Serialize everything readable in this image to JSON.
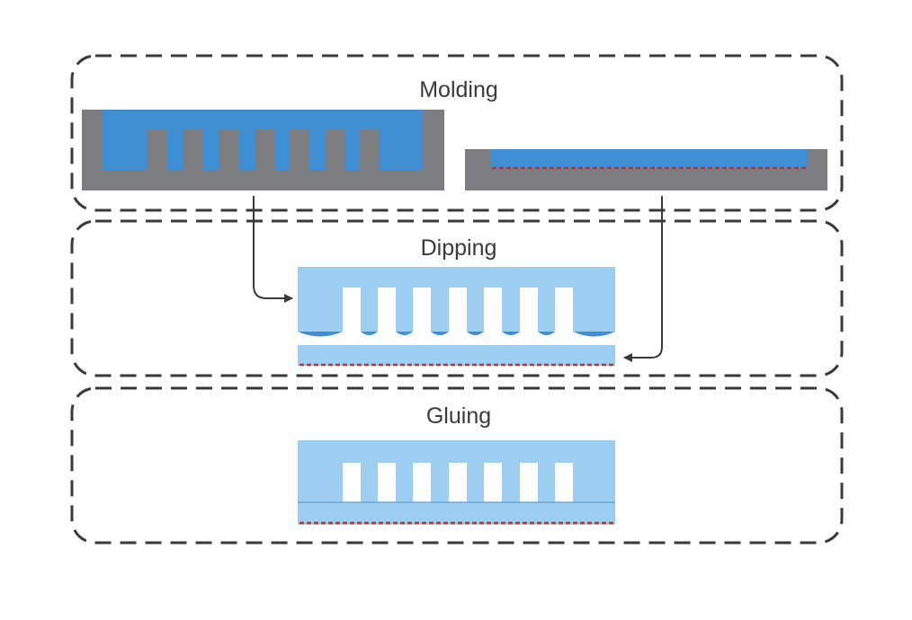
{
  "stages": [
    {
      "id": "molding",
      "label": "Molding"
    },
    {
      "id": "dipping",
      "label": "Dipping"
    },
    {
      "id": "gluing",
      "label": "Gluing"
    }
  ],
  "colors": {
    "mold": "#7b7d81",
    "polymer_dark": "#3f8fd4",
    "polymer_light": "#9dcdf0",
    "adhesive_line": "#e0241c",
    "stage_border": "#3a3a3a",
    "arrow": "#3a3a3a"
  }
}
